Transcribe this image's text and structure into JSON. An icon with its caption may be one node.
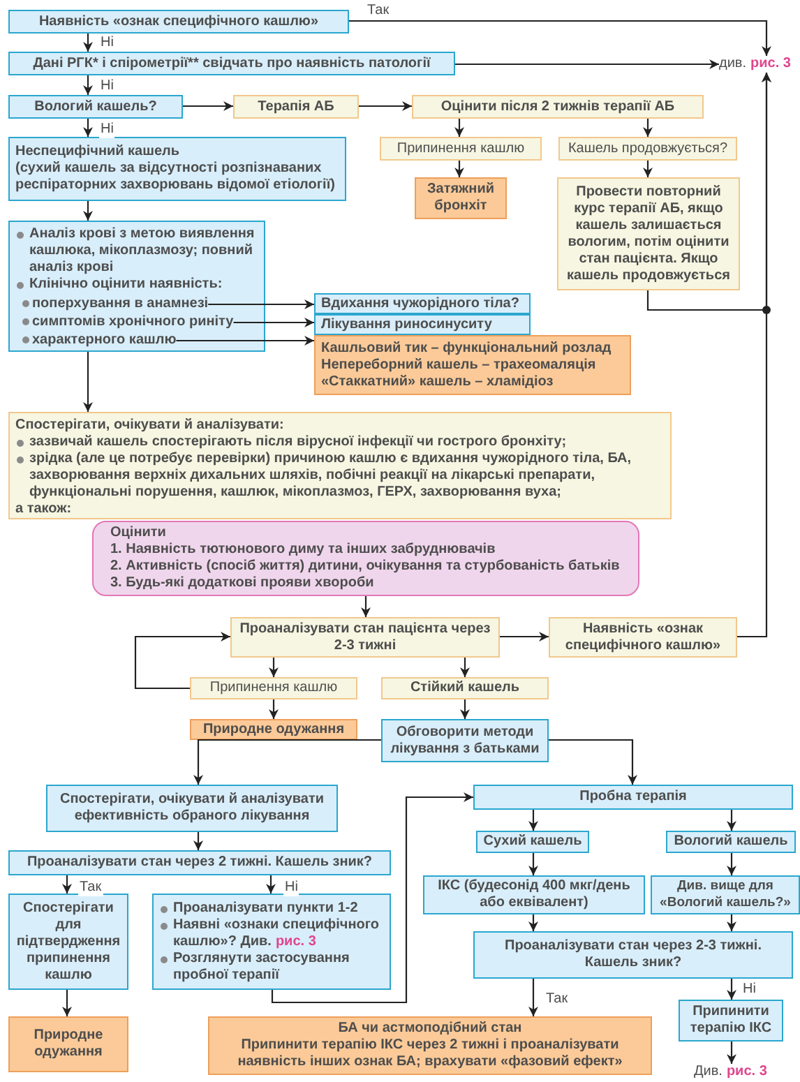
{
  "diagram": {
    "nodes": [
      {
        "text": [
          "Наявність «ознак специфічного кашлю»"
        ]
      },
      {
        "text": [
          "Дані РГК* і спірометрії** свідчать про наявність патології"
        ]
      },
      {
        "text": [
          "див.",
          "рис. 3"
        ]
      },
      {
        "text": [
          "Вологий кашель?"
        ]
      },
      {
        "text": [
          "Терапія АБ"
        ]
      },
      {
        "text": [
          "Оцінити після 2 тижнів терапії АБ"
        ]
      },
      {
        "text": [
          "Неспецифічний кашель",
          "(сухий кашель за відсутності розпізнаваних респіраторних захворювань відомої етіології)"
        ]
      },
      {
        "text": [
          "Припинення кашлю"
        ]
      },
      {
        "text": [
          "Кашель продовжується?"
        ]
      },
      {
        "text": [
          "Затяжний бронхіт"
        ]
      },
      {
        "text": [
          "Провести повторний курс терапії АБ, якщо кашель залишається вологим, потім оцінити стан пацієнта. Якщо кашель продовжується"
        ]
      },
      {
        "text": [
          "Аналіз крові з метою виявлення кашлюка, мікоплазмозу; повний аналіз крові",
          "Клінічно оцінити наявність:"
        ]
      },
      {
        "text": [
          "поперхування в анамнезі"
        ],
        "in": 11
      },
      {
        "text": [
          "симптомів хронічного риніту"
        ],
        "in": 11
      },
      {
        "text": [
          "характерного кашлю"
        ],
        "in": 11
      },
      {
        "text": [
          "Вдихання чужорідного тіла?"
        ]
      },
      {
        "text": [
          "Лікування риносинуситу"
        ]
      },
      {
        "text": [
          "Кашльовий тик – функціональний розлад",
          "Непереборний кашель – трахеомаляція",
          "«Стаккатний» кашель – хламідіоз"
        ]
      },
      {
        "text": [
          "Спостерігати, очікувати й аналізувати:",
          "зазвичай кашель спостерігають після вірусної інфекції чи гострого бронхіту;",
          "зрідка (але це потребує перевірки) причиною кашлю є вдихання чужорідного тіла, БА, захворювання верхніх дихальних шляхів, побічні реакції на лікарські препарати, функціональні порушення, кашлюк, мікоплазмоз, ГЕРХ, захворювання вуха;",
          "а також:"
        ]
      },
      {
        "text": [
          "Оцінити",
          "1. Наявність тютюнового диму та інших забруднювачів",
          "2. Активність (спосіб життя) дитини, очікування та стурбованість батьків",
          "3. Будь-які додаткові прояви хвороби"
        ]
      },
      {
        "text": [
          "Проаналізувати стан пацієнта через 2-3 тижні"
        ]
      },
      {
        "text": [
          "Наявність «ознак специфічного кашлю»"
        ]
      },
      {
        "text": [
          "Припинення кашлю"
        ]
      },
      {
        "text": [
          "Стійкий кашель"
        ]
      },
      {
        "text": [
          "Природне одужання"
        ]
      },
      {
        "text": [
          "Обговорити методи лікування з батьками"
        ]
      },
      {
        "text": [
          "Спостерігати, очікувати й аналізувати ефективність обраного лікування"
        ]
      },
      {
        "text": [
          "Пробна терапія"
        ]
      },
      {
        "text": [
          "Проаналізувати стан через 2 тижні. Кашель зник?"
        ]
      },
      {
        "text": [
          "Сухий кашель"
        ]
      },
      {
        "text": [
          "Вологий кашель"
        ]
      },
      {
        "text": [
          "Спостерігати для підтвердження припинення кашлю"
        ]
      },
      {
        "text": [
          "Проаналізувати пункти 1-2",
          "Наявні «ознаки специфічного кашлю»? Див.",
          "рис. 3",
          "Розглянути застосування пробної терапії"
        ]
      },
      {
        "text": [
          "ІКС (будесонід 400 мкг/день або еквівалент)"
        ]
      },
      {
        "text": [
          "Див. вище для «Вологий кашель?»"
        ]
      },
      {
        "text": [
          "Проаналізувати стан через 2-3 тижні. Кашель зник?"
        ]
      },
      {
        "text": [
          "Природне одужання"
        ]
      },
      {
        "text": [
          "БА чи астмоподібний стан",
          "Припинити терапію ІКС через 2 тижні і проаналізувати наявність інших ознак БА; врахувати «фазовий ефект»"
        ]
      },
      {
        "text": [
          "Припинити терапію ІКС"
        ]
      },
      {
        "text": [
          "Див.",
          "рис. 3"
        ]
      }
    ],
    "edges": [
      {
        "from": 0,
        "to": 2,
        "arrow": "to",
        "label": "Так"
      },
      {
        "from": 0,
        "to": 1,
        "arrow": "to",
        "label": "Ні"
      },
      {
        "from": 1,
        "to": 2,
        "arrow": "to"
      },
      {
        "from": 1,
        "to": 3,
        "arrow": "to",
        "label": "Ні"
      },
      {
        "from": 3,
        "to": 4,
        "arrow": "to"
      },
      {
        "from": 4,
        "to": 5,
        "arrow": "to"
      },
      {
        "from": 3,
        "to": 6,
        "arrow": "to",
        "label": "Ні"
      },
      {
        "from": 5,
        "to": 7,
        "arrow": "to"
      },
      {
        "from": 5,
        "to": 8,
        "arrow": "to"
      },
      {
        "from": 7,
        "to": 9,
        "arrow": "to"
      },
      {
        "from": 8,
        "to": 10,
        "arrow": "to"
      },
      {
        "from": 10,
        "to": 2,
        "arrow": "to"
      },
      {
        "from": 6,
        "to": 11,
        "arrow": "to"
      },
      {
        "from": 12,
        "to": 15,
        "arrow": "to"
      },
      {
        "from": 13,
        "to": 16,
        "arrow": "to"
      },
      {
        "from": 14,
        "to": 17,
        "arrow": "to"
      },
      {
        "from": 11,
        "to": 18,
        "arrow": "to"
      },
      {
        "from": 19,
        "to": 20,
        "arrow": "to"
      },
      {
        "from": 20,
        "to": 21,
        "arrow": "to"
      },
      {
        "from": 21,
        "to": 2,
        "arrow": "to"
      },
      {
        "from": 20,
        "to": 22,
        "arrow": "to"
      },
      {
        "from": 20,
        "to": 23,
        "arrow": "to"
      },
      {
        "from": 22,
        "to": 20,
        "arrow": "to"
      },
      {
        "from": 22,
        "to": 24,
        "arrow": "to"
      },
      {
        "from": 23,
        "to": 25,
        "arrow": "to"
      },
      {
        "from": 25,
        "to": 26,
        "arrow": "to"
      },
      {
        "from": 25,
        "to": 27,
        "arrow": "to"
      },
      {
        "from": 26,
        "to": 28,
        "arrow": "to"
      },
      {
        "from": 28,
        "to": 31,
        "arrow": "to",
        "label": "Так"
      },
      {
        "from": 28,
        "to": 32,
        "arrow": "to",
        "label": "Ні"
      },
      {
        "from": 27,
        "to": 29,
        "arrow": "to"
      },
      {
        "from": 27,
        "to": 30,
        "arrow": "to"
      },
      {
        "from": 29,
        "to": 33,
        "arrow": "to"
      },
      {
        "from": 30,
        "to": 34,
        "arrow": "to"
      },
      {
        "from": 33,
        "to": 35,
        "arrow": "to"
      },
      {
        "from": 34,
        "to": 35,
        "arrow": "to"
      },
      {
        "from": 31,
        "to": 36,
        "arrow": "to"
      },
      {
        "from": 32,
        "to": 27,
        "arrow": "to"
      },
      {
        "from": 35,
        "to": 37,
        "arrow": "to",
        "label": "Так"
      },
      {
        "from": 35,
        "to": 38,
        "arrow": "to",
        "label": "Ні"
      },
      {
        "from": 38,
        "to": 39,
        "arrow": "to"
      }
    ]
  }
}
